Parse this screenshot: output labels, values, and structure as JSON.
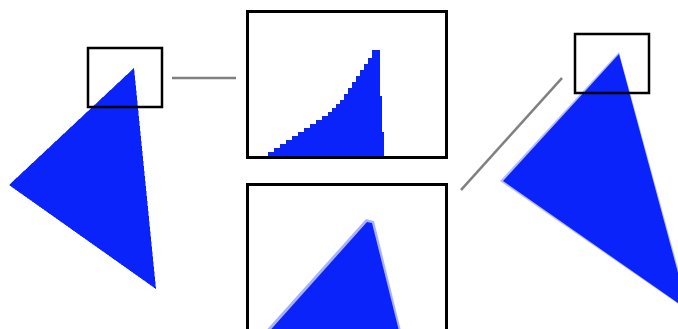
{
  "figure": {
    "shape_color": "#0a23fa",
    "frame_color": "#000000",
    "connector_color": "#808080",
    "background_color": "#ffffff",
    "panels": [
      {
        "id": "aliased",
        "rendering": "aliased"
      },
      {
        "id": "antialiased",
        "rendering": "antialiased"
      }
    ]
  }
}
